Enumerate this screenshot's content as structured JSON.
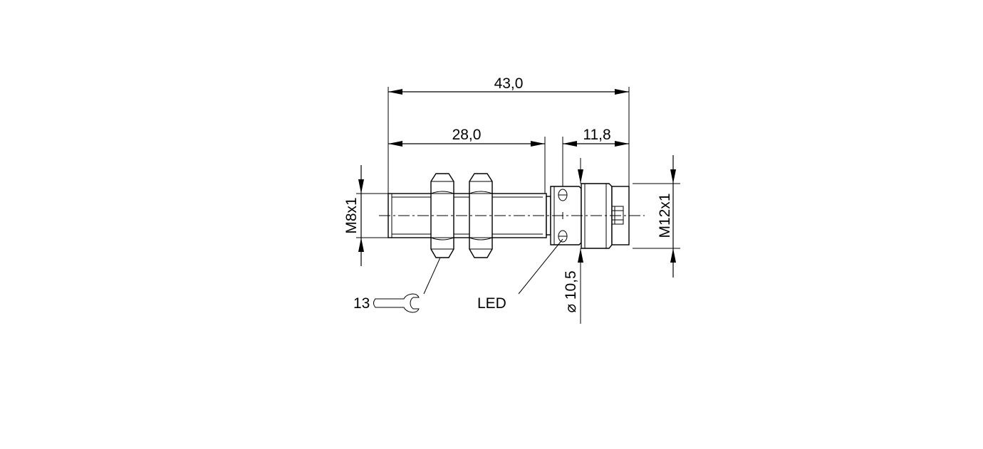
{
  "dimensions": {
    "overall_length": "43,0",
    "thread_length": "28,0",
    "head_length": "11,8",
    "thread_size": "M8x1",
    "connector_thread": "M12x1",
    "diameter": "⌀ 10,5"
  },
  "callouts": {
    "wrench_size": "13",
    "led": "LED"
  },
  "icons": {
    "wrench": "open-end-wrench-icon"
  },
  "colors": {
    "line": "#000000",
    "background": "#ffffff"
  }
}
